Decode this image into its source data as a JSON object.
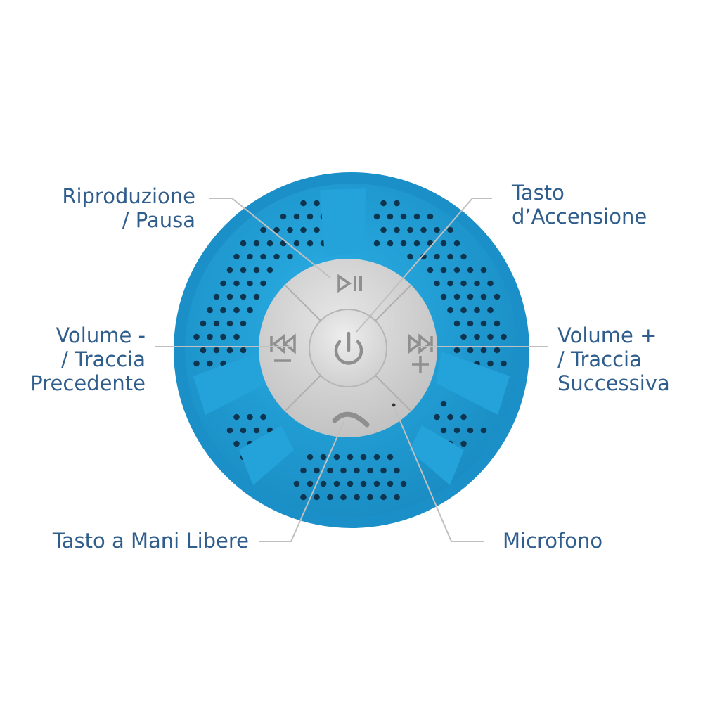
{
  "labels": {
    "play_pause": [
      "Riproduzione",
      "/ Pausa"
    ],
    "power": [
      "Tasto",
      "d’Accensione"
    ],
    "volume_down": [
      "Volume -",
      "/ Traccia",
      "Precedente"
    ],
    "volume_up": [
      "Volume +",
      "/ Traccia",
      "Successiva"
    ],
    "hands_free": [
      "Tasto a Mani Libere"
    ],
    "microphone": [
      "Microfono"
    ]
  },
  "icons": {
    "play_pause": "play-pause-icon",
    "power": "power-icon",
    "previous": "skip-previous-icon",
    "next": "skip-next-icon",
    "phone": "phone-icon",
    "minus": "minus-icon",
    "plus": "plus-icon",
    "mic": "microphone-hole"
  },
  "colors": {
    "body": "#1f9fd6",
    "body_dark": "#1787bb",
    "panel": "#cfcfcf",
    "panel_light": "#e2e2e2",
    "icon": "#8f8f8f",
    "text": "#2f5d8c",
    "leader": "#bcbcbc"
  }
}
